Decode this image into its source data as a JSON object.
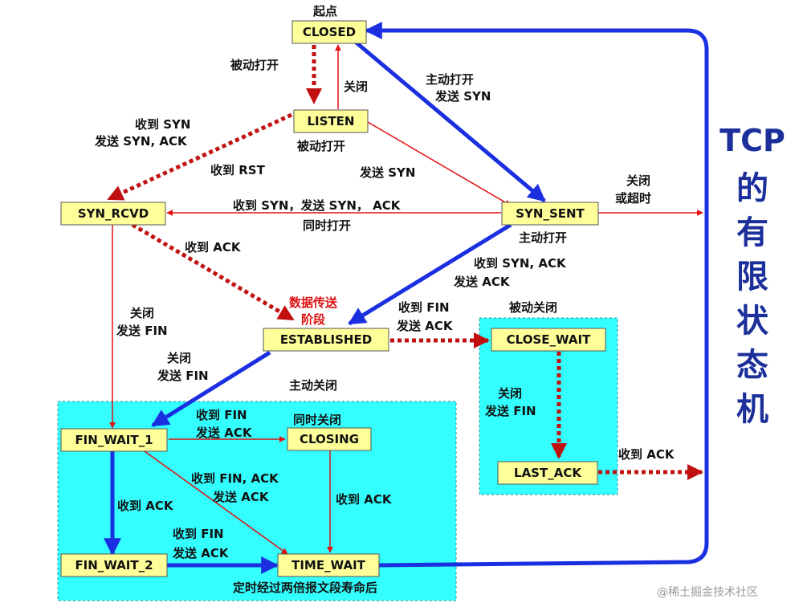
{
  "states": {
    "closed": "CLOSED",
    "listen": "LISTEN",
    "syn_rcvd": "SYN_RCVD",
    "syn_sent": "SYN_SENT",
    "established": "ESTABLISHED",
    "close_wait": "CLOSE_WAIT",
    "last_ack": "LAST_ACK",
    "fin_wait_1": "FIN_WAIT_1",
    "closing": "CLOSING",
    "fin_wait_2": "FIN_WAIT_2",
    "time_wait": "TIME_WAIT"
  },
  "labels": {
    "start": "起点",
    "passive_open_top": "被动打开",
    "close_listen": "关闭",
    "active_open_1": "主动打开",
    "send_syn_1": "发送 SYN",
    "recv_syn": "收到 SYN",
    "send_syn_ack": "发送 SYN, ACK",
    "passive_open_listen": "被动打开",
    "recv_rst": "收到 RST",
    "send_syn_2": "发送 SYN",
    "close_timeout_1": "关闭",
    "close_timeout_2": "或超时",
    "simul_recv": "收到 SYN，发送 SYN， ACK",
    "simul_open": "同时打开",
    "active_open_2": "主动打开",
    "recv_ack_1": "收到 ACK",
    "recv_syn_ack": "收到 SYN, ACK",
    "send_ack_1": "发送 ACK",
    "data_transfer_1": "数据传送",
    "data_transfer_2": "阶段",
    "recv_fin_1": "收到 FIN",
    "send_ack_2": "发送 ACK",
    "passive_close": "被动关闭",
    "close_1": "关闭",
    "send_fin_1": "发送 FIN",
    "close_2": "关闭",
    "send_fin_2": "发送 FIN",
    "active_close": "主动关闭",
    "close_3": "关闭",
    "send_fin_3": "发送 FIN",
    "recv_fin_2": "收到 FIN",
    "send_ack_3": "发送 ACK",
    "simul_close": "同时关闭",
    "recv_fin_ack": "收到 FIN, ACK",
    "send_ack_4": "发送 ACK",
    "recv_ack_2": "收到 ACK",
    "recv_ack_3": "收到 ACK",
    "recv_ack_4": "收到 ACK",
    "recv_fin_3": "收到 FIN",
    "send_ack_5": "发送 ACK",
    "timed_wait": "定时经过两倍报文段寿命后"
  },
  "title_chars": [
    "TCP",
    "的",
    "有",
    "限",
    "状",
    "态",
    "机"
  ],
  "watermark": "@稀土掘金技术社区",
  "colors": {
    "state_fill": "#ffff99",
    "region_fill": "#33ffff",
    "blue_arrow": "#1a2fe0",
    "red_arrow": "#e01010",
    "dotted_red": "#c01010",
    "title": "#1c2f9a"
  }
}
